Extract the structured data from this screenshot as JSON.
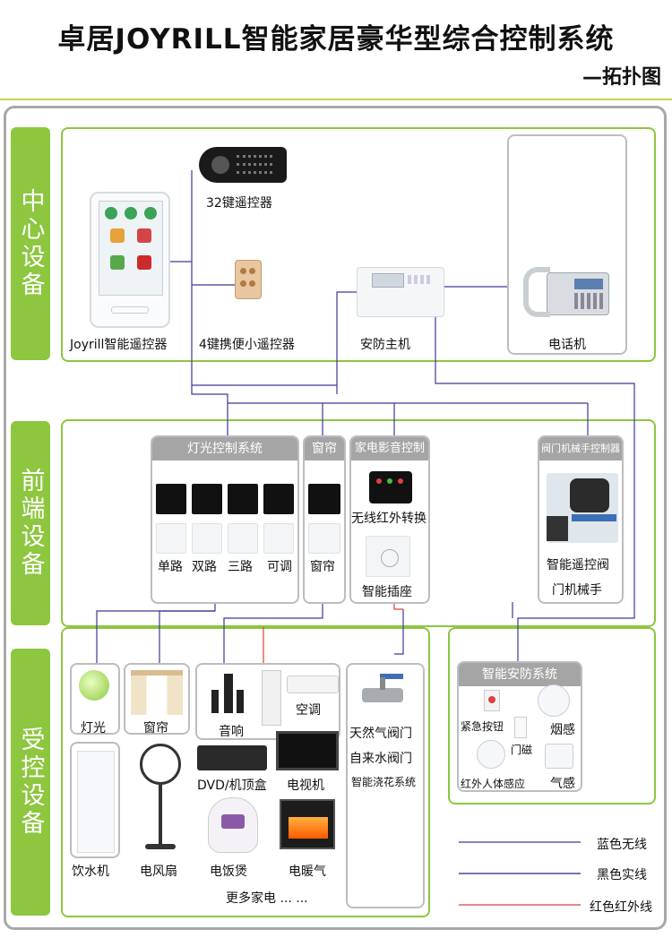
{
  "title": "卓居JOYRILL智能家居豪华型综合控制系统",
  "subtitle": "—拓扑图",
  "sections": {
    "center": "中心设备",
    "front": "前端设备",
    "controlled": "受控设备"
  },
  "center_devices": {
    "remote32": "32键遥控器",
    "joyrill_remote": "Joyrill智能遥控器",
    "portable4": "4键携便小遥控器",
    "security_host": "安防主机",
    "phone": "电话机"
  },
  "front_groups": {
    "lighting": {
      "header": "灯光控制系统",
      "items": [
        "单路",
        "双路",
        "三路",
        "可调"
      ]
    },
    "curtain": {
      "header": "窗帘",
      "item": "窗帘"
    },
    "av": {
      "header": "家电影音控制",
      "ir": "无线红外转换",
      "socket": "智能插座"
    },
    "valve": {
      "header": "阀门机械手控制器",
      "line1": "智能遥控阀",
      "line2": "门机械手"
    }
  },
  "controlled": {
    "light": "灯光",
    "curtain": "窗帘",
    "speaker": "音响",
    "aircon": "空调",
    "dvd": "DVD/机顶盒",
    "tv": "电视机",
    "water_dispenser": "饮水机",
    "fan": "电风扇",
    "rice_cooker": "电饭煲",
    "heater": "电暖气",
    "more": "更多家电 ... ...",
    "gas_valve": "天然气阀门",
    "water_valve": "自来水阀门",
    "irrigation": "智能浇花系统"
  },
  "security_system": {
    "header": "智能安防系统",
    "emergency": "紧急按钮",
    "smoke": "烟感",
    "door": "门磁",
    "pir": "红外人体感应",
    "gas": "气感"
  },
  "legend": [
    {
      "label": "蓝色无线",
      "color": "#3a3a9a"
    },
    {
      "label": "黑色实线",
      "color": "#222288"
    },
    {
      "label": "红色红外线",
      "color": "#e04040"
    }
  ],
  "colors": {
    "accent_green": "#8dc63f",
    "header_gray": "#a5a5a5",
    "wire_blue": "#3a3a9a",
    "wire_red": "#e04040"
  }
}
